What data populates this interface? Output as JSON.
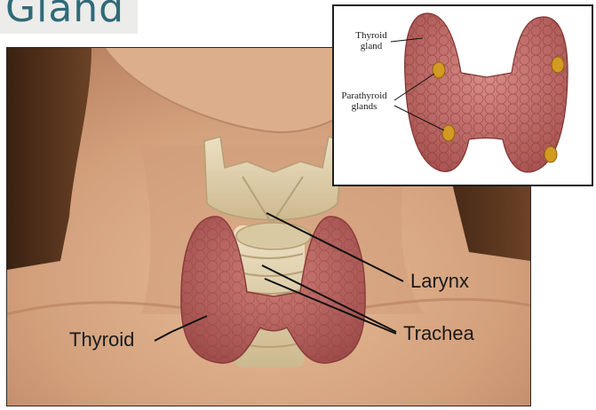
{
  "title": {
    "text": "Gland"
  },
  "main_labels": {
    "larynx": "Larynx",
    "trachea": "Trachea",
    "thyroid": "Thyroid"
  },
  "inset_labels": {
    "thyroid_gland_line1": "Thyroid",
    "thyroid_gland_line2": "gland",
    "parathyroid_line1": "Parathyroid",
    "parathyroid_line2": "glands"
  },
  "colors": {
    "title_text": "#2f6a78",
    "thyroid_tissue": "#b65f5c",
    "cartilage": "#e4d3b1",
    "parathyroid": "#d39a21",
    "skin": "#d6a785",
    "hair": "#4d2d18"
  }
}
